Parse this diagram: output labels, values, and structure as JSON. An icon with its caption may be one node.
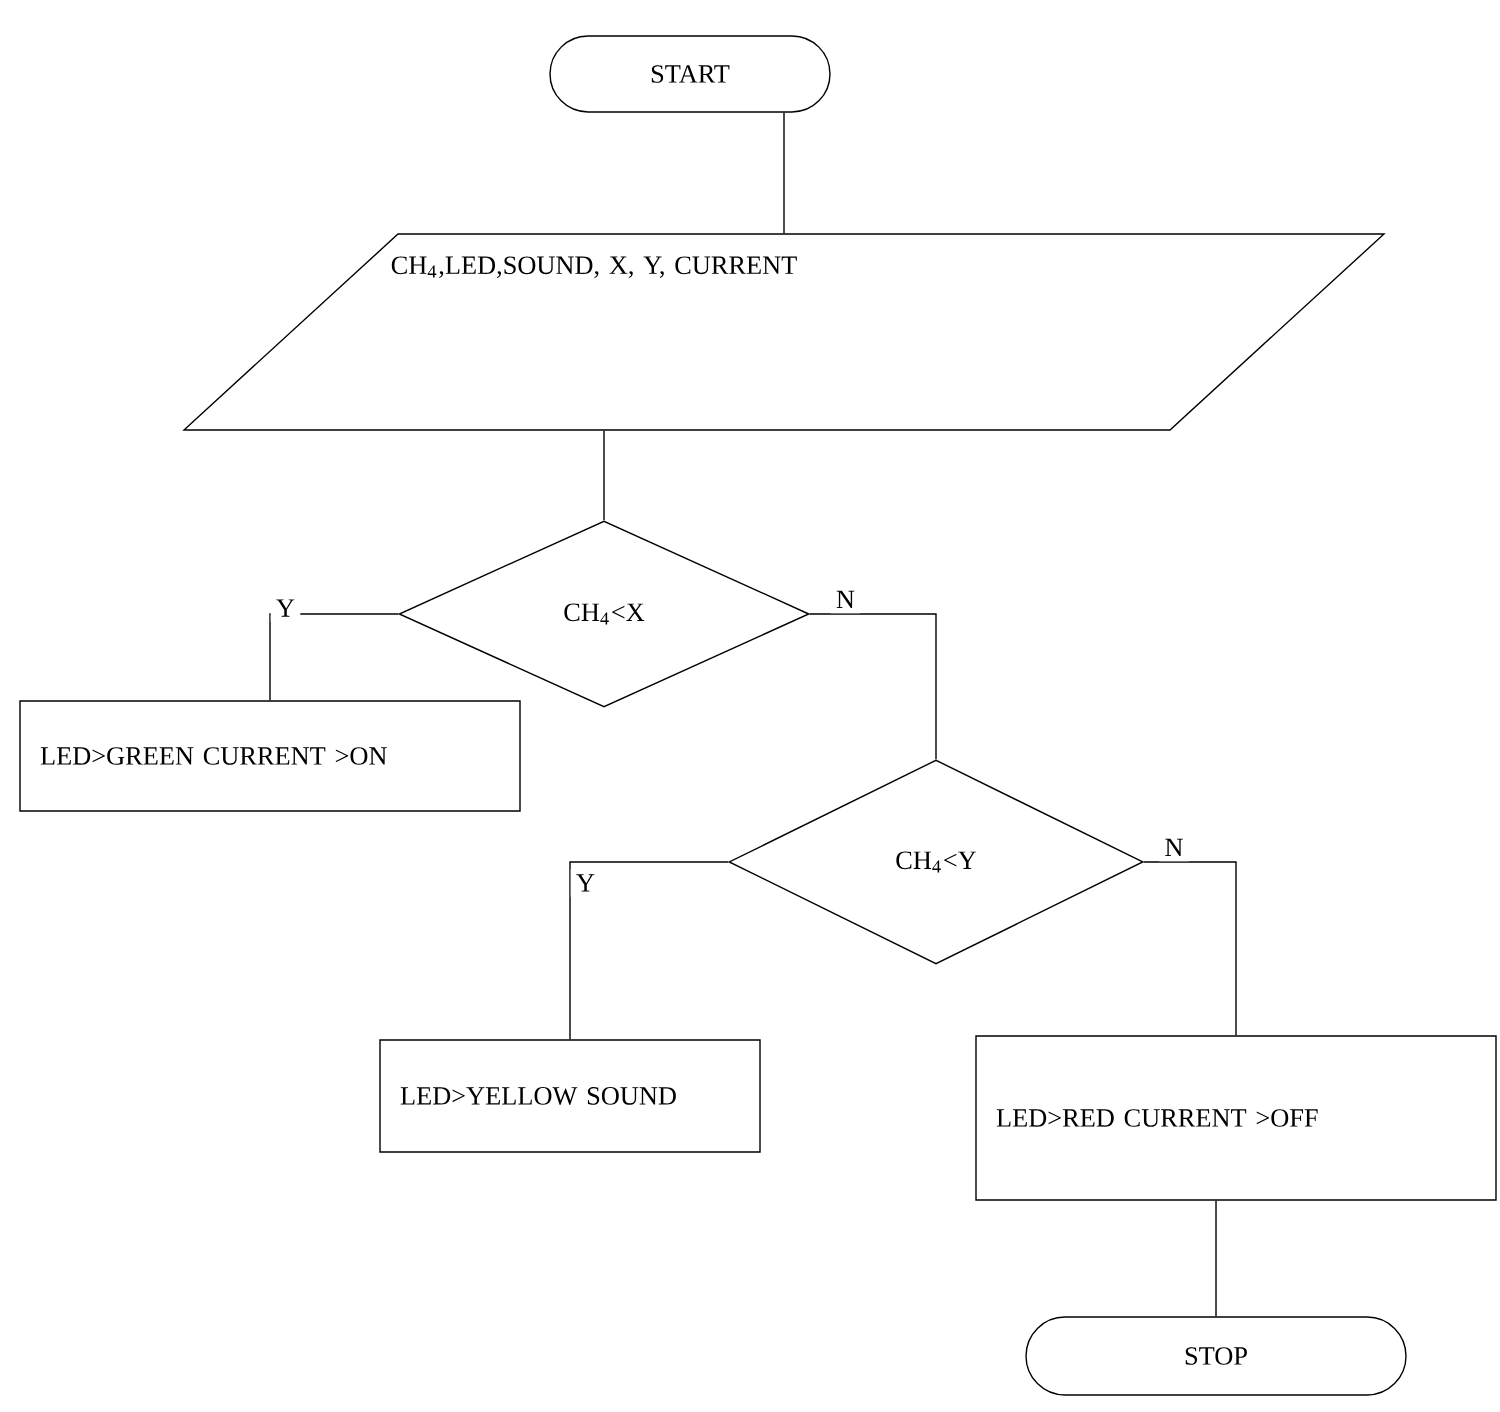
{
  "diagram": {
    "nodes": [
      {
        "text": [
          "START"
        ]
      },
      {
        "text": [
          "CH$_{4}$,LED,SOUND, X, Y, CURRENT"
        ]
      },
      {
        "text": [
          "CH$_{4}$<X"
        ]
      },
      {
        "text": [
          "LED>GREEN CURRENT >ON"
        ]
      },
      {
        "text": [
          "CH$_{4}$<Y"
        ]
      },
      {
        "text": [
          "LED>YELLOW SOUND"
        ]
      },
      {
        "text": [
          "LED>RED CURRENT >OFF"
        ]
      },
      {
        "text": [
          "STOP"
        ]
      }
    ],
    "edges": [
      {
        "from": 0,
        "to": 1,
        "arrow": "none"
      },
      {
        "from": 1,
        "to": 2,
        "arrow": "none"
      },
      {
        "from": 2,
        "to": 3,
        "arrow": "none",
        "label": "Y"
      },
      {
        "from": 2,
        "to": 4,
        "arrow": "none",
        "label": "N"
      },
      {
        "from": 4,
        "to": 5,
        "arrow": "none",
        "label": "Y"
      },
      {
        "from": 4,
        "to": 6,
        "arrow": "none",
        "label": "N"
      },
      {
        "from": 6,
        "to": 7,
        "arrow": "none"
      }
    ]
  }
}
